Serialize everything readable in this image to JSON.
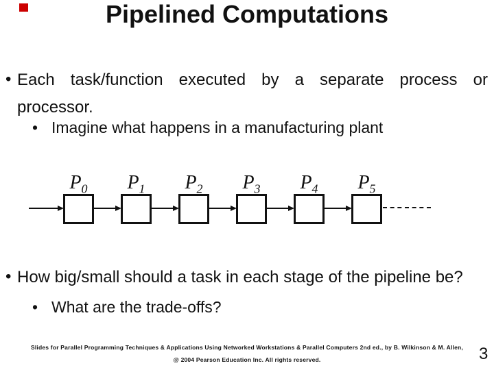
{
  "slide": {
    "title": "Pipelined Computations",
    "page_number": "3",
    "background_color": "#ffffff",
    "text_color": "#111111",
    "accent_square_color": "#cc0000"
  },
  "content": {
    "bullet1": {
      "marker": "•",
      "line1": "Each task/function executed by a separate process or",
      "line2": "processor.",
      "sub_marker": "•",
      "sub_text": "Imagine what happens in a manufacturing plant"
    },
    "bullet2": {
      "marker": "•",
      "text": "How big/small should a task in each stage of the pipeline be?",
      "sub_marker": "•",
      "sub_text": "What are the trade-offs?"
    }
  },
  "diagram": {
    "stages": [
      {
        "name": "P",
        "sub": "0"
      },
      {
        "name": "P",
        "sub": "1"
      },
      {
        "name": "P",
        "sub": "2"
      },
      {
        "name": "P",
        "sub": "3"
      },
      {
        "name": "P",
        "sub": "4"
      },
      {
        "name": "P",
        "sub": "5"
      }
    ]
  },
  "footer": {
    "line1": "Slides for Parallel Programming Techniques & Applications Using Networked Workstations & Parallel Computers 2nd ed., by B. Wilkinson & M. Allen,",
    "line2": "@ 2004 Pearson Education Inc. All rights reserved."
  }
}
